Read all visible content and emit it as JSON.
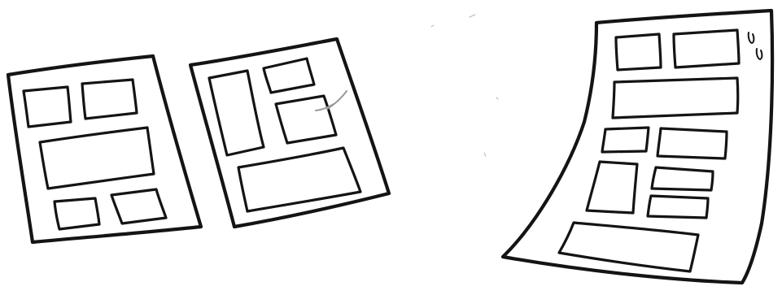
{
  "illustration": {
    "style": "hand-drawn pen sketch",
    "colors": {
      "ink": "#141414",
      "faint_ink": "#9a9a9a",
      "paper": "#ffffff"
    },
    "pages": [
      {
        "name": "left-wireframe-page",
        "block_count": 5
      },
      {
        "name": "middle-wireframe-page",
        "block_count": 4
      },
      {
        "name": "curled-wireframe-page",
        "block_count": 9
      }
    ]
  }
}
